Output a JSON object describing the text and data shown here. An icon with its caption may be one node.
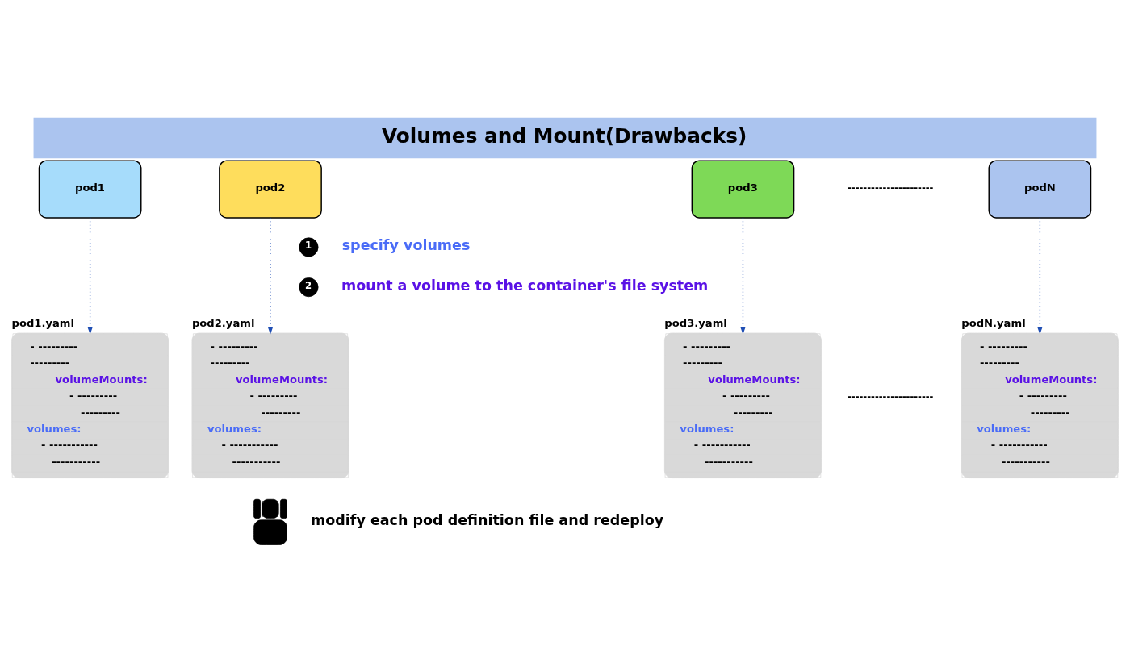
{
  "diagram": {
    "title": "Volumes and Mount(Drawbacks)",
    "nodes": [
      {
        "text": [
          "pod1"
        ]
      },
      {
        "text": [
          "pod2"
        ]
      },
      {
        "text": [
          "pod3"
        ]
      },
      {
        "text": [
          "podN"
        ]
      },
      {
        "text": [
          "pod1.yaml",
          "- ---------",
          "---------",
          "volumeMounts:",
          "- ---------",
          "---------",
          "volumes:",
          "- -----------",
          "-----------"
        ]
      },
      {
        "text": [
          "pod2.yaml",
          "- ---------",
          "---------",
          "volumeMounts:",
          "- ---------",
          "---------",
          "volumes:",
          "- -----------",
          "-----------"
        ]
      },
      {
        "text": [
          "pod3.yaml",
          "- ---------",
          "---------",
          "volumeMounts:",
          "- ---------",
          "---------",
          "volumes:",
          "- -----------",
          "-----------"
        ]
      },
      {
        "text": [
          "podN.yaml",
          "- ---------",
          "---------",
          "volumeMounts:",
          "- ---------",
          "---------",
          "volumes:",
          "- -----------",
          "-----------"
        ]
      },
      {
        "text": [
          "1"
        ],
        "beside": [
          "specify volumes"
        ]
      },
      {
        "text": [
          "2"
        ],
        "beside": [
          "mount a volume to the container's file system"
        ]
      },
      {
        "text": [],
        "shape": "person",
        "beside": [
          "modify each pod definition file and redeploy"
        ]
      }
    ],
    "edges": [
      {
        "from": 0,
        "to": 4,
        "arrow": "to",
        "style": "dashed"
      },
      {
        "from": 1,
        "to": 5,
        "arrow": "to",
        "style": "dashed"
      },
      {
        "from": 2,
        "to": 6,
        "arrow": "to",
        "style": "dashed"
      },
      {
        "from": 3,
        "to": 7,
        "arrow": "to",
        "style": "dashed"
      }
    ],
    "labels": [
      "----------------------",
      "----------------------"
    ]
  }
}
